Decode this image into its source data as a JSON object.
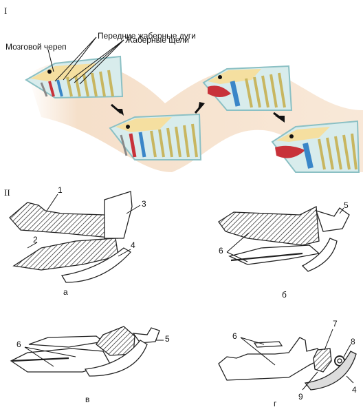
{
  "part_one": {
    "numeral": "I",
    "labels": {
      "braincase": "Мозговой череп",
      "anterior_gill_arches": "Передние жаберные дуги",
      "gill_slits": "Жаберные щели"
    }
  },
  "part_two": {
    "numeral": "II",
    "panel_letters": [
      "а",
      "б",
      "в",
      "г"
    ],
    "numbers": [
      "1",
      "2",
      "3",
      "4",
      "5",
      "6",
      "7",
      "8",
      "9"
    ]
  },
  "colors": {
    "background_band": "#f3dcc5",
    "braincase": "#f5dfa0",
    "head_outline": "#8bc0c4",
    "gill_arch": "#c8b660",
    "red_arch": "#c8323a",
    "blue_arch": "#3a86c8",
    "bone_fill": "#ffffff",
    "hatch": "#222222"
  }
}
